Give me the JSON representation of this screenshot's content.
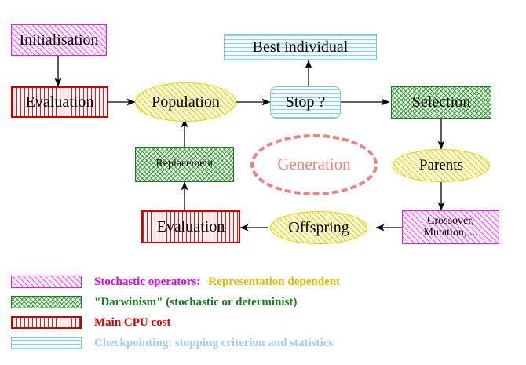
{
  "diagram": {
    "title": "Evolutionary Algorithm Cycle",
    "nodes": {
      "initialisation": {
        "label": "Initialisation",
        "shape": "rect",
        "fill": "magenta-hatch"
      },
      "evaluation_top": {
        "label": "Evaluation",
        "shape": "rect",
        "fill": "red-vertical"
      },
      "population": {
        "label": "Population",
        "shape": "ellipse",
        "fill": "yellow-hatch"
      },
      "stop": {
        "label": "Stop ?",
        "shape": "rounded-rect",
        "fill": "blue-horizontal"
      },
      "best_individual": {
        "label": "Best individual",
        "shape": "rect",
        "fill": "blue-horizontal"
      },
      "selection": {
        "label": "Selection",
        "shape": "rect",
        "fill": "green-crosshatch"
      },
      "parents": {
        "label": "Parents",
        "shape": "ellipse",
        "fill": "yellow-hatch"
      },
      "crossover": {
        "label_line1": "Crossover,",
        "label_line2": "Mutation, ...",
        "shape": "rect",
        "fill": "magenta-hatch"
      },
      "offspring": {
        "label": "Offspring",
        "shape": "ellipse",
        "fill": "yellow-hatch"
      },
      "evaluation_bottom": {
        "label": "Evaluation",
        "shape": "rect",
        "fill": "red-vertical"
      },
      "replacement": {
        "label": "Replacement",
        "shape": "rect",
        "fill": "green-crosshatch"
      },
      "generation": {
        "label": "Generation",
        "shape": "dashed-ellipse",
        "fill": "none"
      }
    },
    "edges": [
      {
        "from": "initialisation",
        "to": "evaluation_top",
        "direction": "down"
      },
      {
        "from": "evaluation_top",
        "to": "population",
        "direction": "right"
      },
      {
        "from": "population",
        "to": "stop",
        "direction": "right"
      },
      {
        "from": "stop",
        "to": "best_individual",
        "direction": "up"
      },
      {
        "from": "stop",
        "to": "selection",
        "direction": "right"
      },
      {
        "from": "selection",
        "to": "parents",
        "direction": "down"
      },
      {
        "from": "parents",
        "to": "crossover",
        "direction": "down"
      },
      {
        "from": "crossover",
        "to": "offspring",
        "direction": "left"
      },
      {
        "from": "offspring",
        "to": "evaluation_bottom",
        "direction": "left"
      },
      {
        "from": "evaluation_bottom",
        "to": "replacement",
        "direction": "up"
      },
      {
        "from": "replacement",
        "to": "population",
        "direction": "up"
      }
    ]
  },
  "legend": {
    "rows": [
      {
        "swatch": "magenta-hatch",
        "text": "Stochastic operators:",
        "text2": "Representation dependent",
        "color": "#e400e4",
        "color2": "#e8b800"
      },
      {
        "swatch": "green-crosshatch",
        "text": "\"Darwinism\" (stochastic or determinist)",
        "text2": "",
        "color": "#1a7a20",
        "color2": ""
      },
      {
        "swatch": "red-vertical",
        "text": "Main CPU cost",
        "text2": "",
        "color": "#dd0000",
        "color2": ""
      },
      {
        "swatch": "blue-horizontal",
        "text": "Checkpointing: stopping criterion and statistics",
        "text2": "",
        "color": "#9ecfe8",
        "color2": ""
      }
    ]
  },
  "colors": {
    "magenta": "#dd22dd",
    "green": "#1a7a20",
    "red": "#cc0000",
    "blue": "#7fc4e8",
    "yellow": "#e6d300",
    "salmon": "#f08080",
    "gold": "#e8b800",
    "arrow": "#000000"
  }
}
